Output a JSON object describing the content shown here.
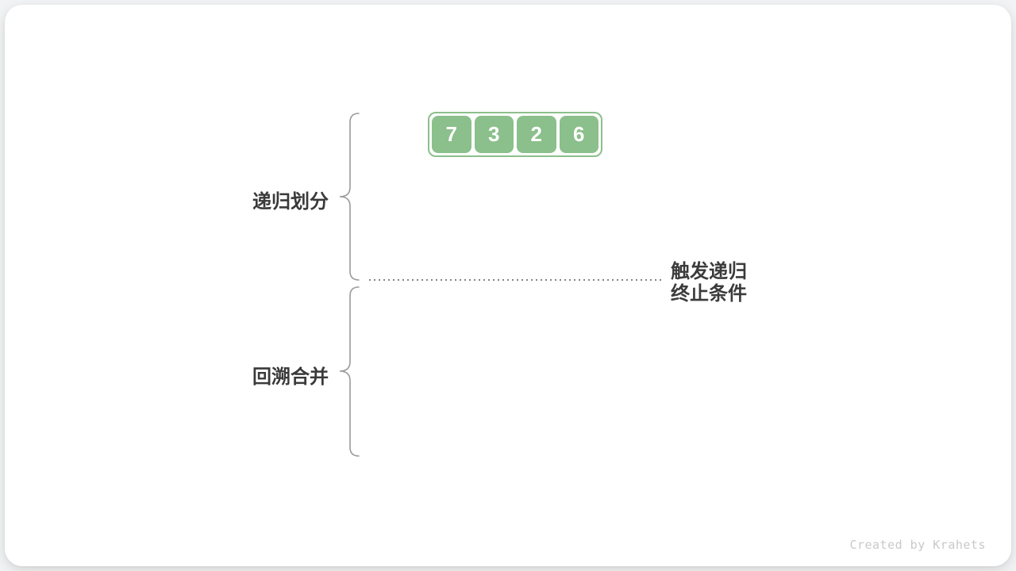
{
  "array": {
    "values": [
      "7",
      "3",
      "2",
      "6"
    ]
  },
  "phases": {
    "partition_label": "递归划分",
    "merge_label": "回溯合并"
  },
  "divider": {
    "line1": "触发递归",
    "line2": "终止条件"
  },
  "attribution": "Created by Krahets",
  "colors": {
    "cell_green": "#8bbf8b",
    "cell_text": "#ffffff",
    "label_text": "#3a3a3a",
    "brace_stroke": "#9b9b9b",
    "dotted_line": "#858585",
    "attribution_text": "#c9c9c9",
    "card_bg": "#ffffff",
    "page_bg": "#f2f3f4"
  }
}
